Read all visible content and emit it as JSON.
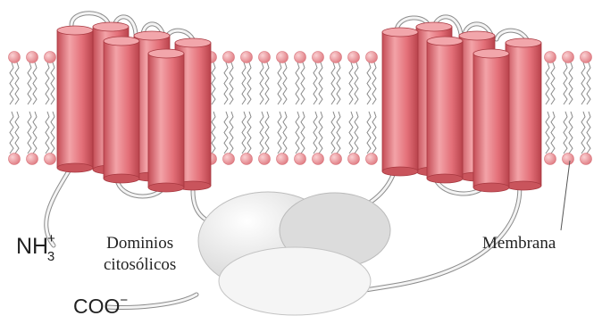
{
  "labels": {
    "nh3_main": "NH",
    "nh3_sub": "3",
    "nh3_sup": "+",
    "dominios_line1": "Dominios",
    "dominios_line2": "citosólicos",
    "membrana": "Membrana",
    "coo_main": "COO",
    "coo_sup": "−"
  },
  "colors": {
    "head": "#e98f95",
    "helix": "#e8787f",
    "helix_dark": "#c9545c",
    "tail": "#8a8a8a",
    "loop": "#9a9a9a",
    "domain": "#ececec"
  }
}
